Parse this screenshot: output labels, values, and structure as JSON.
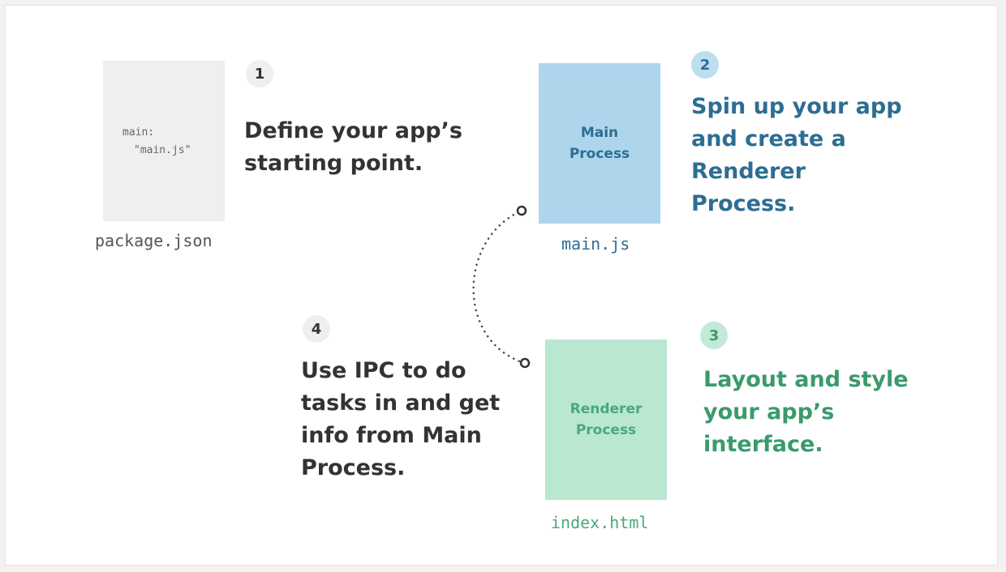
{
  "package_box": {
    "code_line1": "main:",
    "code_line2": "\"main.js\"",
    "filename": "package.json"
  },
  "main_box": {
    "label": "Main Process",
    "filename": "main.js"
  },
  "renderer_box": {
    "label": "Renderer Process",
    "filename": "index.html"
  },
  "steps": [
    {
      "number": "1",
      "text": "Define your app’s\nstarting point."
    },
    {
      "number": "2",
      "text": "Spin up your app\nand create a\nRenderer\nProcess."
    },
    {
      "number": "3",
      "text": "Layout and style\nyour app’s\ninterface."
    },
    {
      "number": "4",
      "text": "Use IPC to do\ntasks in and get\ninfo from Main\nProcess."
    }
  ],
  "colors": {
    "main_fill": "#add6ec",
    "main_text": "#2d6d92",
    "renderer_fill": "#b9e7cf",
    "renderer_text": "#3a9a6c",
    "neutral_fill": "#efefef",
    "neutral_text": "#333333"
  }
}
